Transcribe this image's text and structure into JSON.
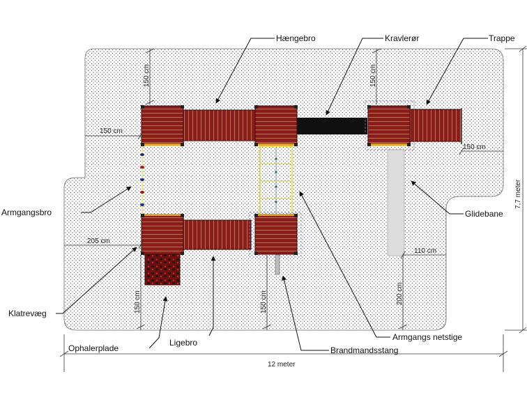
{
  "labels": {
    "haengebro": "Hængebro",
    "kravleror": "Kravlerør",
    "trappe": "Trappe",
    "armgangsbro": "Armgangsbro",
    "glidebane": "Glidebane",
    "klatrevaeg": "Klatrevæg",
    "ophalerplade": "Ophalerplade",
    "ligebro": "Ligebro",
    "brandmandsstang": "Brandmandsstang",
    "armgangs_netstige": "Armgangs netstige"
  },
  "dimensions": {
    "top_left_vertical": "150 cm",
    "left_horizontal": "150 cm",
    "trappe_vertical": "150 cm",
    "trappe_horizontal": "150 cm",
    "armgang_horizontal": "205 cm",
    "glidebane_horizontal": "110 cm",
    "glidebane_vertical": "200 cm",
    "bottom_left_vertical": "150 cm",
    "bottom_mid_vertical": "150 cm",
    "total_width": "12 meter",
    "total_height": "7,7 meter"
  },
  "colors": {
    "deck": "#8b1c1c",
    "deck_dark": "#5a0e0e",
    "deck_edge": "#e0a020",
    "tube": "#111111",
    "slide": "#dcdcdc",
    "area_dots": "#555555"
  }
}
